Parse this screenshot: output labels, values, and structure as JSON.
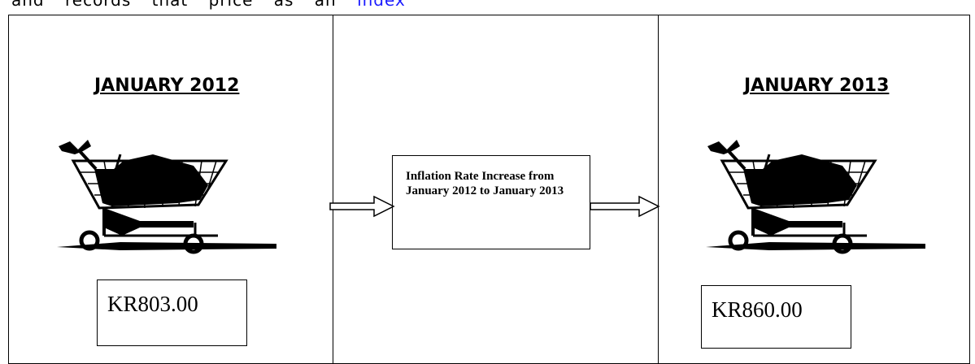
{
  "intro": {
    "text": "and records that price as an",
    "link": "index"
  },
  "left_panel": {
    "title": "JANUARY 2012",
    "price": "KR803.00",
    "cart_icon": "shopping-cart-icon"
  },
  "middle_panel": {
    "label": "Inflation Rate Increase from January 2012 to January 2013"
  },
  "right_panel": {
    "title": "JANUARY 2013",
    "price": "KR860.00",
    "cart_icon": "shopping-cart-icon"
  },
  "colors": {
    "link": "#1a1aff",
    "lines": "#000000"
  }
}
